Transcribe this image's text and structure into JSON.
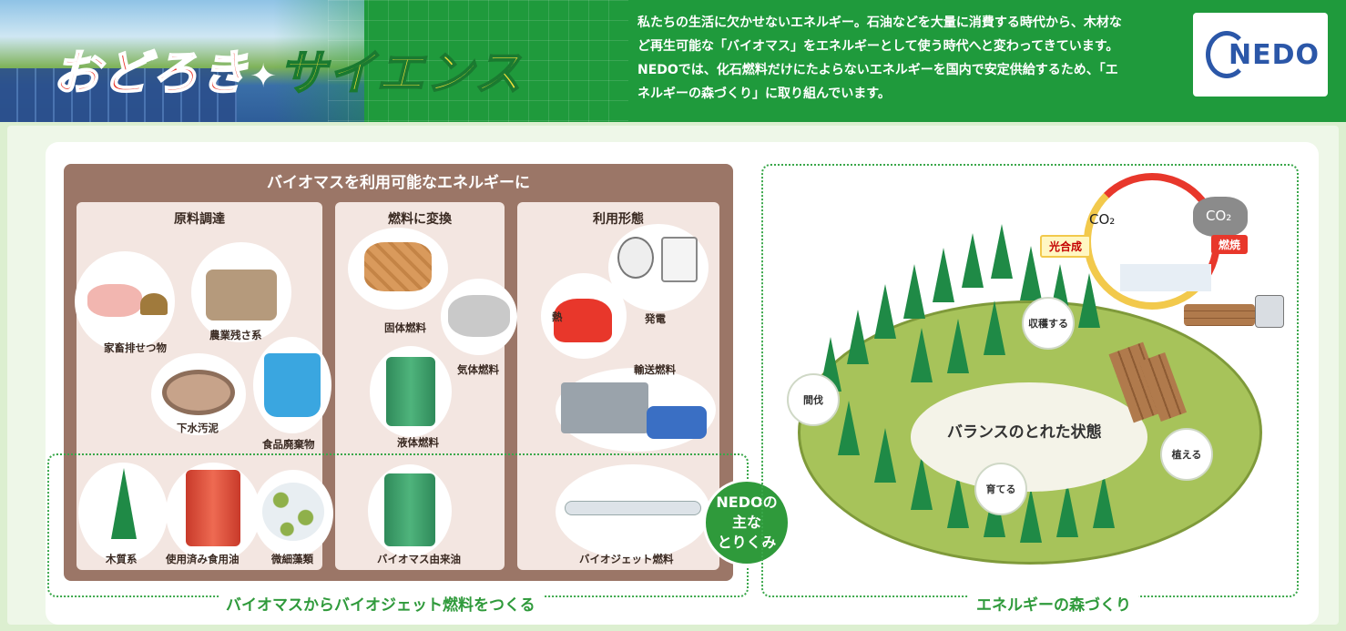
{
  "header": {
    "logo_part1": "おどろき",
    "logo_star": "✦",
    "logo_part2": "サイエンス",
    "intro": "私たちの生活に欠かせないエネルギー。石油などを大量に消費する時代から、木材など再生可能な「バイオマス」をエネルギーとして使う時代へと変わってきています。NEDOでは、化石燃料だけにたよらないエネルギーを国内で安定供給するため、「エネルギーの森づくり」に取り組んでいます。",
    "brand": "NEDO"
  },
  "biomass": {
    "title": "バイオマスを利用可能なエネルギーに",
    "columns": [
      {
        "title": "原料調達"
      },
      {
        "title": "燃料に変換"
      },
      {
        "title": "利用形態"
      }
    ],
    "raw": [
      "家畜排せつ物",
      "農業残さ系",
      "下水汚泥",
      "食品廃棄物"
    ],
    "convert": [
      "固体燃料",
      "気体燃料",
      "液体燃料"
    ],
    "use": [
      "熱",
      "発電",
      "輸送燃料"
    ],
    "jet_row": {
      "raw": [
        "木質系",
        "使用済み食用油",
        "微細藻類"
      ],
      "convert": "バイオマス由来油",
      "use": "バイオジェット燃料"
    },
    "bottom_label": "バイオマスからバイオジェット燃料をつくる",
    "badge": [
      "NEDOの",
      "主な",
      "とりくみ"
    ]
  },
  "forest": {
    "co2_left": "CO₂",
    "co2_right": "CO₂",
    "photosynthesis": "光合成",
    "combustion": "燃焼",
    "steps": [
      "収穫する",
      "間伐",
      "植える",
      "育てる"
    ],
    "center": "バランスのとれた状態",
    "label": "エネルギーの森づくり"
  },
  "colors": {
    "header_green": "#1f9a3c",
    "brown_panel": "#9b7667",
    "accent_green": "#2f9a3b",
    "nedo_blue": "#2b57a8",
    "red": "#e8372b",
    "yellow": "#f7e23a"
  }
}
